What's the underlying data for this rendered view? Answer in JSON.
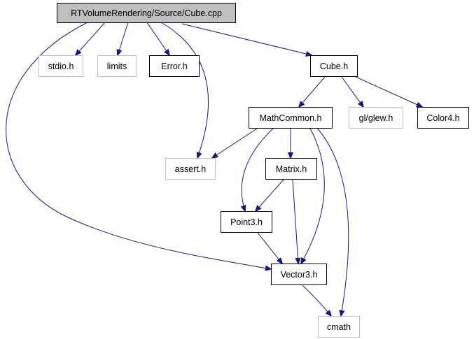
{
  "graph": {
    "root": "RTVolumeRendering/Source/Cube.cpp",
    "nodes": {
      "stdio_h": "stdio.h",
      "limits": "limits",
      "error_h": "Error.h",
      "cube_h": "Cube.h",
      "mathcommon_h": "MathCommon.h",
      "glew_h": "gl/glew.h",
      "color4_h": "Color4.h",
      "assert_h": "assert.h",
      "matrix_h": "Matrix.h",
      "point3_h": "Point3.h",
      "vector3_h": "Vector3.h",
      "cmath": "cmath"
    },
    "edges": [
      [
        "root",
        "stdio_h"
      ],
      [
        "root",
        "limits"
      ],
      [
        "root",
        "error_h"
      ],
      [
        "root",
        "cube_h"
      ],
      [
        "root",
        "assert_h"
      ],
      [
        "root",
        "vector3_h"
      ],
      [
        "cube_h",
        "mathcommon_h"
      ],
      [
        "cube_h",
        "glew_h"
      ],
      [
        "cube_h",
        "color4_h"
      ],
      [
        "mathcommon_h",
        "assert_h"
      ],
      [
        "mathcommon_h",
        "matrix_h"
      ],
      [
        "mathcommon_h",
        "point3_h"
      ],
      [
        "mathcommon_h",
        "vector3_h"
      ],
      [
        "mathcommon_h",
        "cmath"
      ],
      [
        "matrix_h",
        "point3_h"
      ],
      [
        "matrix_h",
        "vector3_h"
      ],
      [
        "point3_h",
        "vector3_h"
      ],
      [
        "vector3_h",
        "cmath"
      ]
    ],
    "colors": {
      "edge": "#1a1a7a",
      "root_fill": "#bfbfbf",
      "local_border": "#000000",
      "external_border": "#bfbfbf"
    }
  }
}
